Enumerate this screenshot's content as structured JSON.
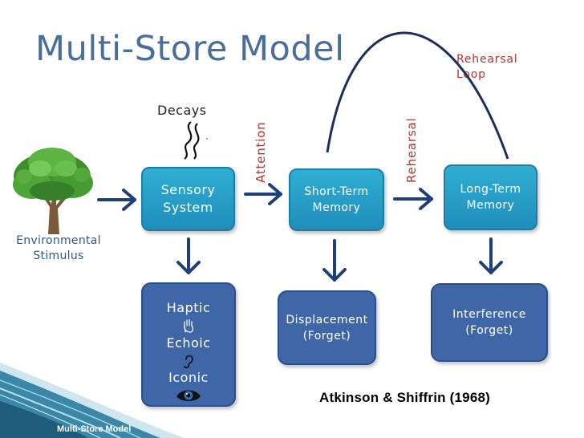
{
  "title": "Multi-Store Model",
  "stimulus": {
    "line1": "Environmental",
    "line2": "Stimulus"
  },
  "decays_label": "Decays",
  "attention_label": "Attention",
  "rehearsal_label": "Rehearsal",
  "rehearsal_loop": {
    "line1": "Rehearsal",
    "line2": "Loop"
  },
  "sensory": {
    "line1": "Sensory",
    "line2": "System"
  },
  "stm": {
    "line1": "Short-Term",
    "line2": "Memory"
  },
  "ltm": {
    "line1": "Long-Term",
    "line2": "Memory"
  },
  "sensory_sub": {
    "items": [
      "Haptic",
      "Echoic",
      "Iconic"
    ]
  },
  "displacement": {
    "line1": "Displacement",
    "line2": "(Forget)"
  },
  "interference": {
    "line1": "Interference",
    "line2": "(Forget)"
  },
  "citation": "Atkinson & Shiffrin (1968)",
  "footer": "Multi-Store Model",
  "colors": {
    "title": "#4a6e9c",
    "teal_box": "#2a9fc9",
    "blue_box": "#3f67a7",
    "arrow": "#1f3f7a",
    "red_label": "#b5332d",
    "footer_bar": "#2e6b8a"
  },
  "icons": [
    "tree-icon",
    "decay-wave-icon",
    "hand-icon",
    "ear-icon",
    "eye-icon"
  ]
}
